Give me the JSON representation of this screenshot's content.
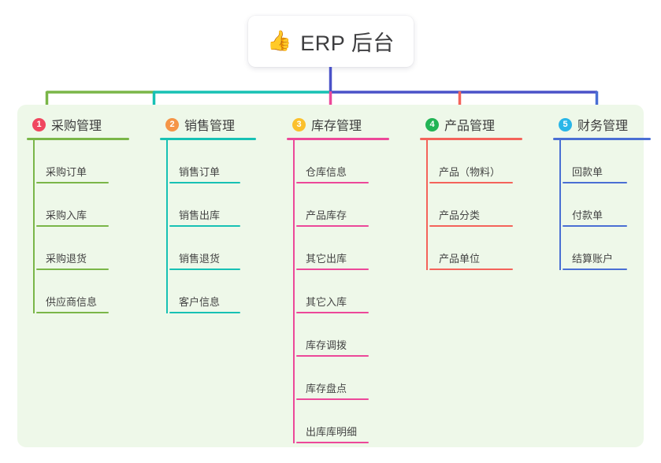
{
  "root": {
    "icon": "thumbs-up-icon",
    "emoji": "👍",
    "title": "ERP 后台"
  },
  "colors": {
    "panel_bg": "#eef8e9",
    "page_bg": "#ffffff",
    "root_connector": "#4a52c8",
    "trunk_left": "#7ab648",
    "trunk_mid": "#17c1b4",
    "trunk_right": "#4a52c8"
  },
  "branches": [
    {
      "index": "1",
      "badge_color": "#f0475f",
      "line_color": "#7ab648",
      "title": "采购管理",
      "items": [
        {
          "label": "采购订单"
        },
        {
          "label": "采购入库"
        },
        {
          "label": "采购退货"
        },
        {
          "label": "供应商信息"
        }
      ]
    },
    {
      "index": "2",
      "badge_color": "#f59547",
      "line_color": "#17c1b4",
      "title": "销售管理",
      "items": [
        {
          "label": "销售订单"
        },
        {
          "label": "销售出库"
        },
        {
          "label": "销售退货"
        },
        {
          "label": "客户信息"
        }
      ]
    },
    {
      "index": "3",
      "badge_color": "#fbc02d",
      "line_color": "#ec4899",
      "title": "库存管理",
      "items": [
        {
          "label": "仓库信息"
        },
        {
          "label": "产品库存"
        },
        {
          "label": "其它出库"
        },
        {
          "label": "其它入库"
        },
        {
          "label": "库存调拨"
        },
        {
          "label": "库存盘点"
        },
        {
          "label": "出库库明细"
        }
      ]
    },
    {
      "index": "4",
      "badge_color": "#22b455",
      "line_color": "#f4635a",
      "title": "产品管理",
      "items": [
        {
          "label": "产品（物料）"
        },
        {
          "label": "产品分类"
        },
        {
          "label": "产品单位"
        }
      ]
    },
    {
      "index": "5",
      "badge_color": "#29b6e8",
      "line_color": "#4a6fd4",
      "title": "财务管理",
      "items": [
        {
          "label": "回款单"
        },
        {
          "label": "付款单"
        },
        {
          "label": "结算账户"
        }
      ]
    }
  ]
}
